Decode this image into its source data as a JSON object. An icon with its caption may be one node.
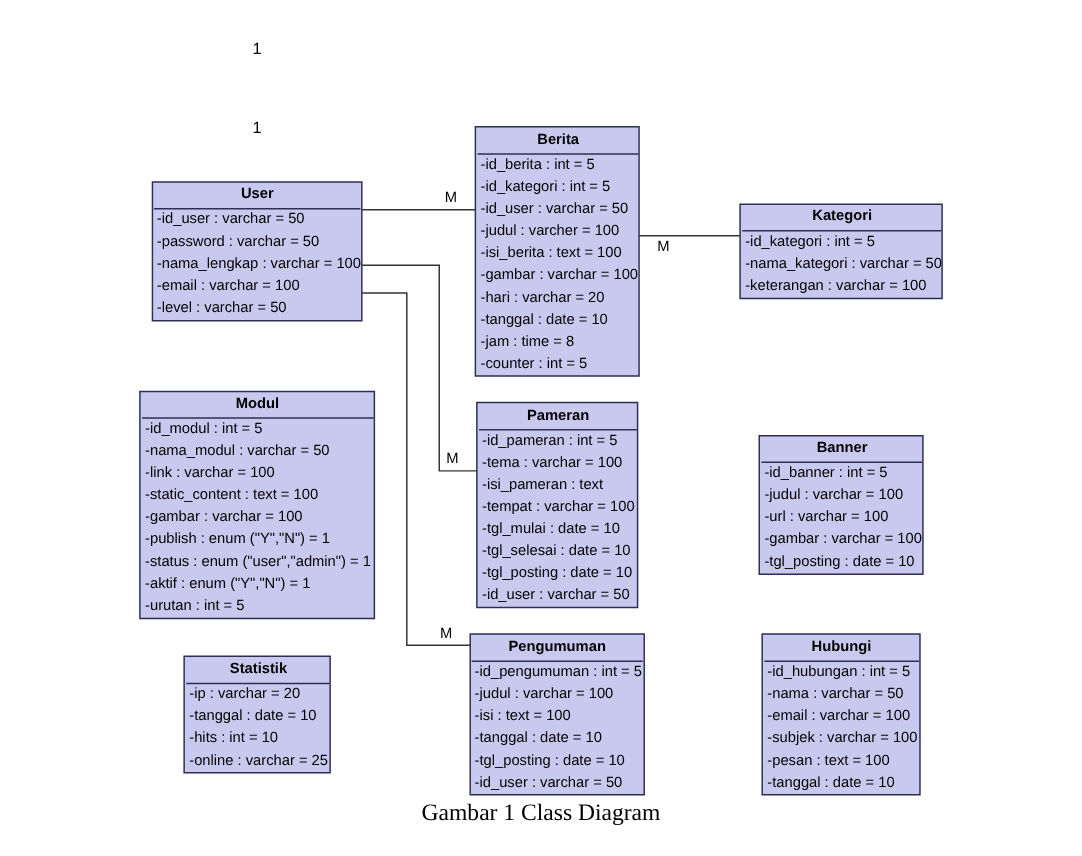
{
  "diagram": {
    "caption": "Gambar 1 Class Diagram",
    "nodes": [
      {
        "text": [
          "User",
          "-id_user : varchar = 50",
          "-password : varchar = 50",
          "-nama_lengkap : varchar = 100",
          "-email : varchar = 100",
          "-level : varchar = 50"
        ]
      },
      {
        "text": [
          "Modul",
          "-id_modul : int = 5",
          "-nama_modul : varchar = 50",
          "-link : varchar = 100",
          "-static_content : text = 100",
          "-gambar : varchar = 100",
          "-publish : enum (\"Y\",\"N\") = 1",
          "-status : enum (\"user\",\"admin\") = 1",
          "-aktif : enum (\"Y\",\"N\") = 1",
          "-urutan : int = 5"
        ]
      },
      {
        "text": [
          "Statistik",
          "-ip : varchar = 20",
          "-tanggal : date = 10",
          "-hits : int = 10",
          "-online : varchar = 25"
        ]
      },
      {
        "text": [
          "Berita",
          "-id_berita : int = 5",
          "-id_kategori : int = 5",
          "-id_user : varchar = 50",
          "-judul : varcher = 100",
          "-isi_berita : text = 100",
          "-gambar : varchar = 100",
          "-hari : varchar = 20",
          "-tanggal : date = 10",
          "-jam : time = 8",
          "-counter : int = 5"
        ]
      },
      {
        "text": [
          "Pameran",
          "-id_pameran : int = 5",
          "-tema : varchar = 100",
          "-isi_pameran : text",
          "-tempat : varchar = 100",
          "-tgl_mulai : date = 10",
          "-tgl_selesai : date = 10",
          "-tgl_posting : date = 10",
          "-id_user : varchar = 50"
        ]
      },
      {
        "text": [
          "Pengumuman",
          "-id_pengumuman : int = 5",
          "-judul : varchar = 100",
          "-isi : text = 100",
          "-tanggal : date = 10",
          "-tgl_posting : date = 10",
          "-id_user : varchar = 50"
        ]
      },
      {
        "text": [
          "Kategori",
          "-id_kategori : int = 5",
          "-nama_kategori : varchar = 50",
          "-keterangan : varchar = 100"
        ]
      },
      {
        "text": [
          "Banner",
          "-id_banner : int = 5",
          "-judul : varchar = 100",
          "-url : varchar = 100",
          "-gambar : varchar = 100",
          "-tgl_posting : date = 10"
        ]
      },
      {
        "text": [
          "Hubungi",
          "-id_hubungan : int = 5",
          "-nama : varchar = 50",
          "-email : varchar = 100",
          "-subjek : varchar = 100",
          "-pesan : text = 100",
          "-tanggal : date = 10"
        ]
      }
    ],
    "edges": [
      {
        "from": 0,
        "to": 3,
        "arrow": "none",
        "label": "M"
      },
      {
        "from": 6,
        "to": 3,
        "arrow": "none",
        "label": "M"
      },
      {
        "from": 0,
        "to": 4,
        "arrow": "none",
        "label": "M"
      },
      {
        "from": 0,
        "to": 5,
        "arrow": "none",
        "label": "M"
      }
    ],
    "labels": [
      "1",
      "1"
    ]
  }
}
